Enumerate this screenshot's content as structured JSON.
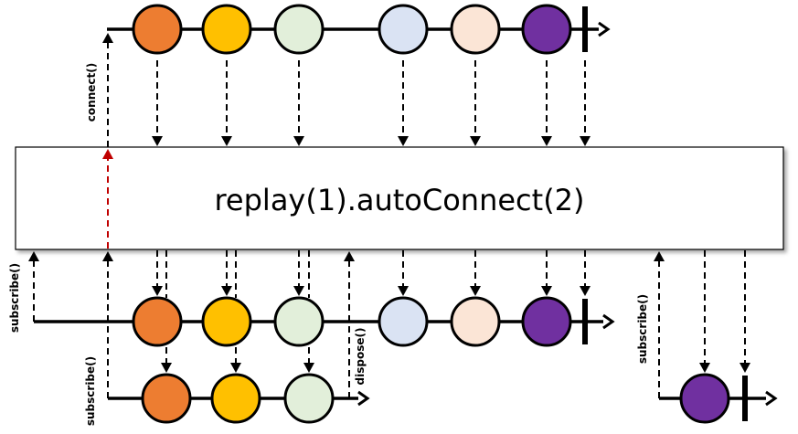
{
  "operator": {
    "label": "replay(1).autoConnect(2)"
  },
  "colors": {
    "orange": "#ED7D31",
    "yellow": "#FFC000",
    "lightgreen": "#E2EFDA",
    "lightblue": "#DAE3F3",
    "peach": "#FBE5D6",
    "purple": "#7030A0",
    "connect_arrow": "#C00000"
  },
  "source": {
    "label": "connect()",
    "items": [
      "orange",
      "yellow",
      "lightgreen",
      "lightblue",
      "peach",
      "purple"
    ],
    "completes": true
  },
  "subscriber1": {
    "label": "subscribe()",
    "items": [
      "orange",
      "yellow",
      "lightgreen",
      "lightblue",
      "peach",
      "purple"
    ],
    "completes": true
  },
  "subscriber2": {
    "label": "subscribe()",
    "dispose_label": "dispose()",
    "items": [
      "orange",
      "yellow",
      "lightgreen"
    ],
    "completes": false
  },
  "subscriber3": {
    "label": "subscribe()",
    "items": [
      "purple"
    ],
    "completes": true
  }
}
